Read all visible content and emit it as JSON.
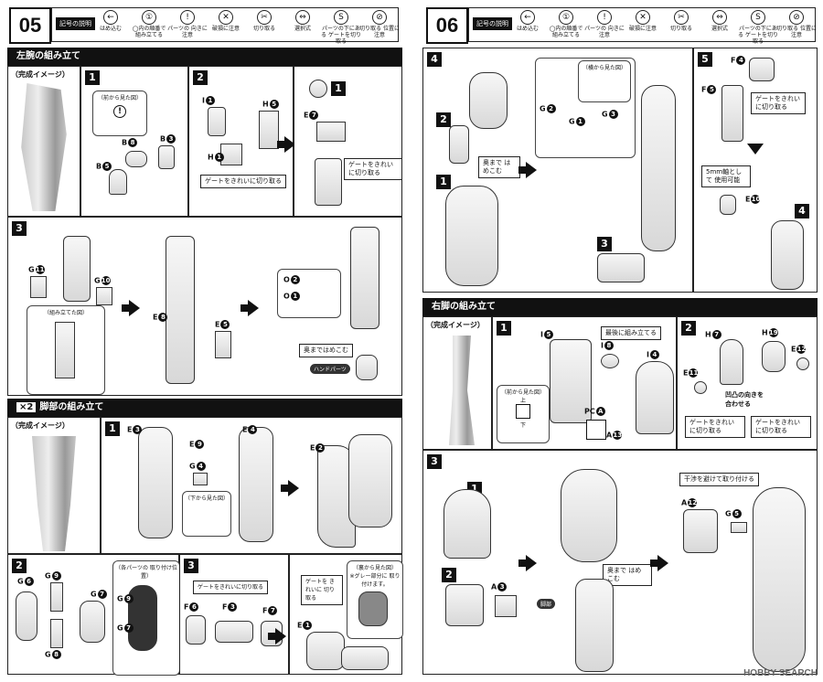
{
  "legend": {
    "tag": "記号の説明",
    "items": [
      {
        "icon": "←",
        "label": "はめ込む"
      },
      {
        "icon": "①",
        "label": "◯内の順番で 組み立てる"
      },
      {
        "icon": "!",
        "label": "パーツの 向きに注意"
      },
      {
        "icon": "✕",
        "label": "破損に注意"
      },
      {
        "icon": "✂",
        "label": "切り取る"
      },
      {
        "icon": "⇔",
        "label": "選択式"
      },
      {
        "icon": "S",
        "label": "パーツの下にある ゲートを切り取る"
      },
      {
        "icon": "⊘",
        "label": "切り取る 位置に注意"
      }
    ]
  },
  "left": {
    "page_number": "05",
    "section1": {
      "title": "左腕の組み立て",
      "image_label": "（完成イメージ）",
      "step1": {
        "num": "1",
        "front_view": "（前から見た図）",
        "labels": [
          "B",
          "B",
          "B"
        ],
        "nums": [
          "8",
          "3",
          "5"
        ]
      },
      "step2": {
        "num": "2",
        "labels": [
          "I",
          "H",
          "H"
        ],
        "nums": [
          "1",
          "5",
          "1"
        ],
        "note": "ゲートをきれいに切り取る"
      },
      "step2b": {
        "num": "1",
        "label": "E",
        "n": "7",
        "note": "ゲートをきれいに切り取る"
      },
      "step3": {
        "num": "3",
        "labels": [
          "G",
          "G",
          "E",
          "E",
          "O",
          "O"
        ],
        "nums": [
          "11",
          "10",
          "8",
          "5",
          "2",
          "1"
        ],
        "assembled": "（組み立てた図）",
        "note": "奥まではめこむ",
        "hand": "ハンドパーツ"
      }
    },
    "section2": {
      "x2": "×2",
      "title": "脚部の組み立て",
      "image_label": "（完成イメージ）",
      "step1": {
        "num": "1",
        "labels": [
          "E",
          "E",
          "E",
          "G"
        ],
        "nums": [
          "3",
          "9",
          "4",
          "4"
        ],
        "view": "（下から見た図）"
      },
      "step1b": {
        "label": "E",
        "n": "2"
      },
      "step2": {
        "num": "2",
        "labels": [
          "G",
          "G",
          "G",
          "G",
          "G",
          "G"
        ],
        "nums": [
          "6",
          "9",
          "7",
          "8",
          "9",
          "7"
        ],
        "pos_note": "（各パーツの 取り付け位置）"
      },
      "step3": {
        "num": "3",
        "note": "ゲートをきれいに切り取る",
        "labels": [
          "F",
          "F",
          "F"
        ],
        "nums": [
          "6",
          "3",
          "7"
        ]
      },
      "step3b": {
        "label": "E",
        "n": "1",
        "gate_note": "ゲートを きれいに 切り取る",
        "back_view": "（裏から見た図）",
        "gray": "※グレー部分に 取り付けます。"
      }
    }
  },
  "right": {
    "page_number": "06",
    "step4": {
      "num": "4",
      "labels": [
        "G",
        "G",
        "G"
      ],
      "nums": [
        "2",
        "1",
        "3"
      ],
      "side_view": "（横から見た図）",
      "note": "奥まで はめこむ",
      "badges": [
        "2",
        "1",
        "3"
      ]
    },
    "step5": {
      "num": "5",
      "labels": [
        "F",
        "F",
        "E"
      ],
      "nums": [
        "4",
        "5",
        "10"
      ],
      "note": "ゲートをきれい に切り取る",
      "shaft": "5mm軸として 使用可能",
      "badge": "4"
    },
    "section": {
      "title": "右脚の組み立て",
      "image_label": "（完成イメージ）",
      "step1": {
        "num": "1",
        "labels": [
          "I",
          "I",
          "I",
          "PC",
          "A"
        ],
        "nums": [
          "5",
          "8",
          "4",
          "A",
          "13"
        ],
        "last_note": "最後に組み立てる",
        "front_view": "（前から見た図）",
        "up": "上",
        "down": "下"
      },
      "step2": {
        "num": "2",
        "labels": [
          "H",
          "H",
          "E",
          "E"
        ],
        "nums": [
          "7",
          "19",
          "11",
          "12"
        ],
        "align": "凹凸の向きを 合わせる",
        "gate1": "ゲートをきれい に切り取る",
        "gate2": "ゲートをきれい に切り取る"
      },
      "step3": {
        "num": "3",
        "badges": [
          "1",
          "2"
        ],
        "labels": [
          "A",
          "A",
          "G"
        ],
        "nums": [
          "3",
          "12",
          "5"
        ],
        "note": "奥まで はめこむ",
        "interfere": "干渉を避けて取り付ける",
        "thigh": "脚部"
      }
    }
  },
  "watermark": "HOBBY SEARCH"
}
